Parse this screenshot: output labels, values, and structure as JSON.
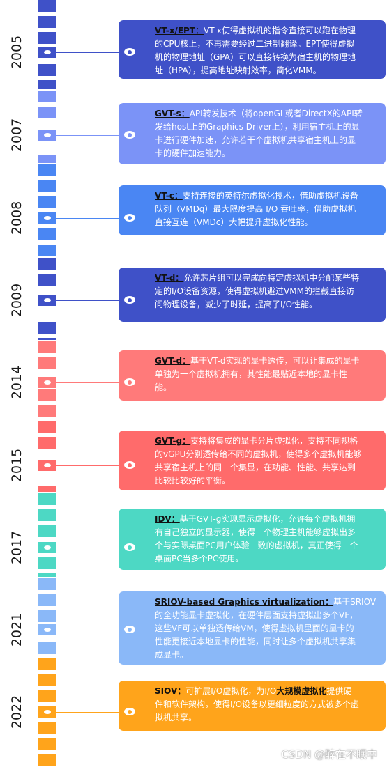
{
  "watermark": "CSDN @醉在不眠中",
  "colors": {
    "navy": "#3f51c8",
    "periwinkle": "#7b93f7",
    "blue": "#4a86f3",
    "salmon": "#ff7a7a",
    "coral": "#ff6b6b",
    "teal": "#4dd8c4",
    "lightblue": "#8ab8f8",
    "orange": "#ffa41b",
    "title": "#111111",
    "text": "#ffffff"
  },
  "events": [
    {
      "year": "2005",
      "title": "VT-x/EPT",
      "sep": "：",
      "color": "#3f51c8",
      "lines": [
        "VT-x使得虚拟机的指令直接可以跑在物理",
        "的CPU核上，不再需要经过二进制翻译。EPT使得虚拟",
        "机的物理地址（GPA）可以直接转换为宿主机的物理地",
        "址（HPA），提高地址映射效率，简化VMM。"
      ]
    },
    {
      "year": "2007",
      "title": "GVT-s",
      "sep": "：",
      "color": "#7b93f7",
      "lines": [
        "API转发技术（将openGL或者DirectX的API转",
        "发给host上的Graphics Driver上），利用宿主机上的显",
        "卡进行硬件加速，允许若干个虚拟机共享宿主机上的显",
        "卡的硬件加速能力。"
      ]
    },
    {
      "year": "2008",
      "title": "VT-c",
      "sep": "：",
      "color": "#4a86f3",
      "lines": [
        "支持连接的英特尔虚拟化技术，借助虚拟机设备",
        "队列（VMDq）最大限度提高 I/O 吞吐率，借助虚拟机",
        "直接互连（VMDc）大幅提升虚拟化性能。"
      ]
    },
    {
      "year": "2009",
      "title": "VT-d",
      "sep": "：",
      "color": "#3f51c8",
      "lines": [
        "允许芯片组可以完成向特定虚拟机中分配某些特",
        "定的I/O设备资源，使得虚拟机避过VMM的拦截直接访",
        "问物理设备，减少了时延，提高了I/O性能。"
      ]
    },
    {
      "year": "2014",
      "title": "GVT-d",
      "sep": "：",
      "color": "#ff7a7a",
      "lines": [
        "基于VT-d实现的显卡透传，可以让集成的显卡",
        "单独为一个虚拟机拥有，其性能最贴近本地的显卡性",
        "能。"
      ]
    },
    {
      "year": "2015",
      "title": "GVT-g",
      "sep": "：",
      "color": "#ff6b6b",
      "lines": [
        "支持将集成的显卡分片虚拟化，支持不同规格",
        "的vGPU分别透传给不同的虚拟机，使得多个虚拟机能够",
        "共享宿主机上的同一个集显，在功能、性能、共享达到",
        "比较比较好的平衡。"
      ]
    },
    {
      "year": "2017",
      "title": "IDV",
      "sep": "：",
      "color": "#4dd8c4",
      "lines": [
        "基于GVT-g实现显示虚拟化，允许每个虚拟机拥",
        "有自己独立的显示器，使得一个物理主机能够虚拟出多",
        "个与实际桌面PC用户体验一致的虚拟机，真正使得一个",
        "桌面PC当多个PC使用。"
      ]
    },
    {
      "year": "2021",
      "title": "SRIOV-based Graphics virtualization",
      "sep": "：",
      "color": "#8ab8f8",
      "lines": [
        "基于SRIOV",
        "的全功能显卡虚拟化，在硬件层面支持虚拟出多个VF，",
        "这些VF可以单独透传给VM，使得虚拟机里面的显卡的",
        "性能更接近本地显卡的性能，同时让多个虚拟机共享集",
        "成显卡。"
      ]
    },
    {
      "year": "2022",
      "title": "SIOV",
      "sep": "：",
      "color": "#ffa41b",
      "lines": [
        "可扩展I/O虚拟化，为I/O",
        "件和软件架构，使得I/O设备以更细粒度的方式被多个虚",
        "拟机共享。"
      ],
      "first_line_mark": "大规模虚拟化",
      "first_line_tail": "提供硬"
    }
  ]
}
